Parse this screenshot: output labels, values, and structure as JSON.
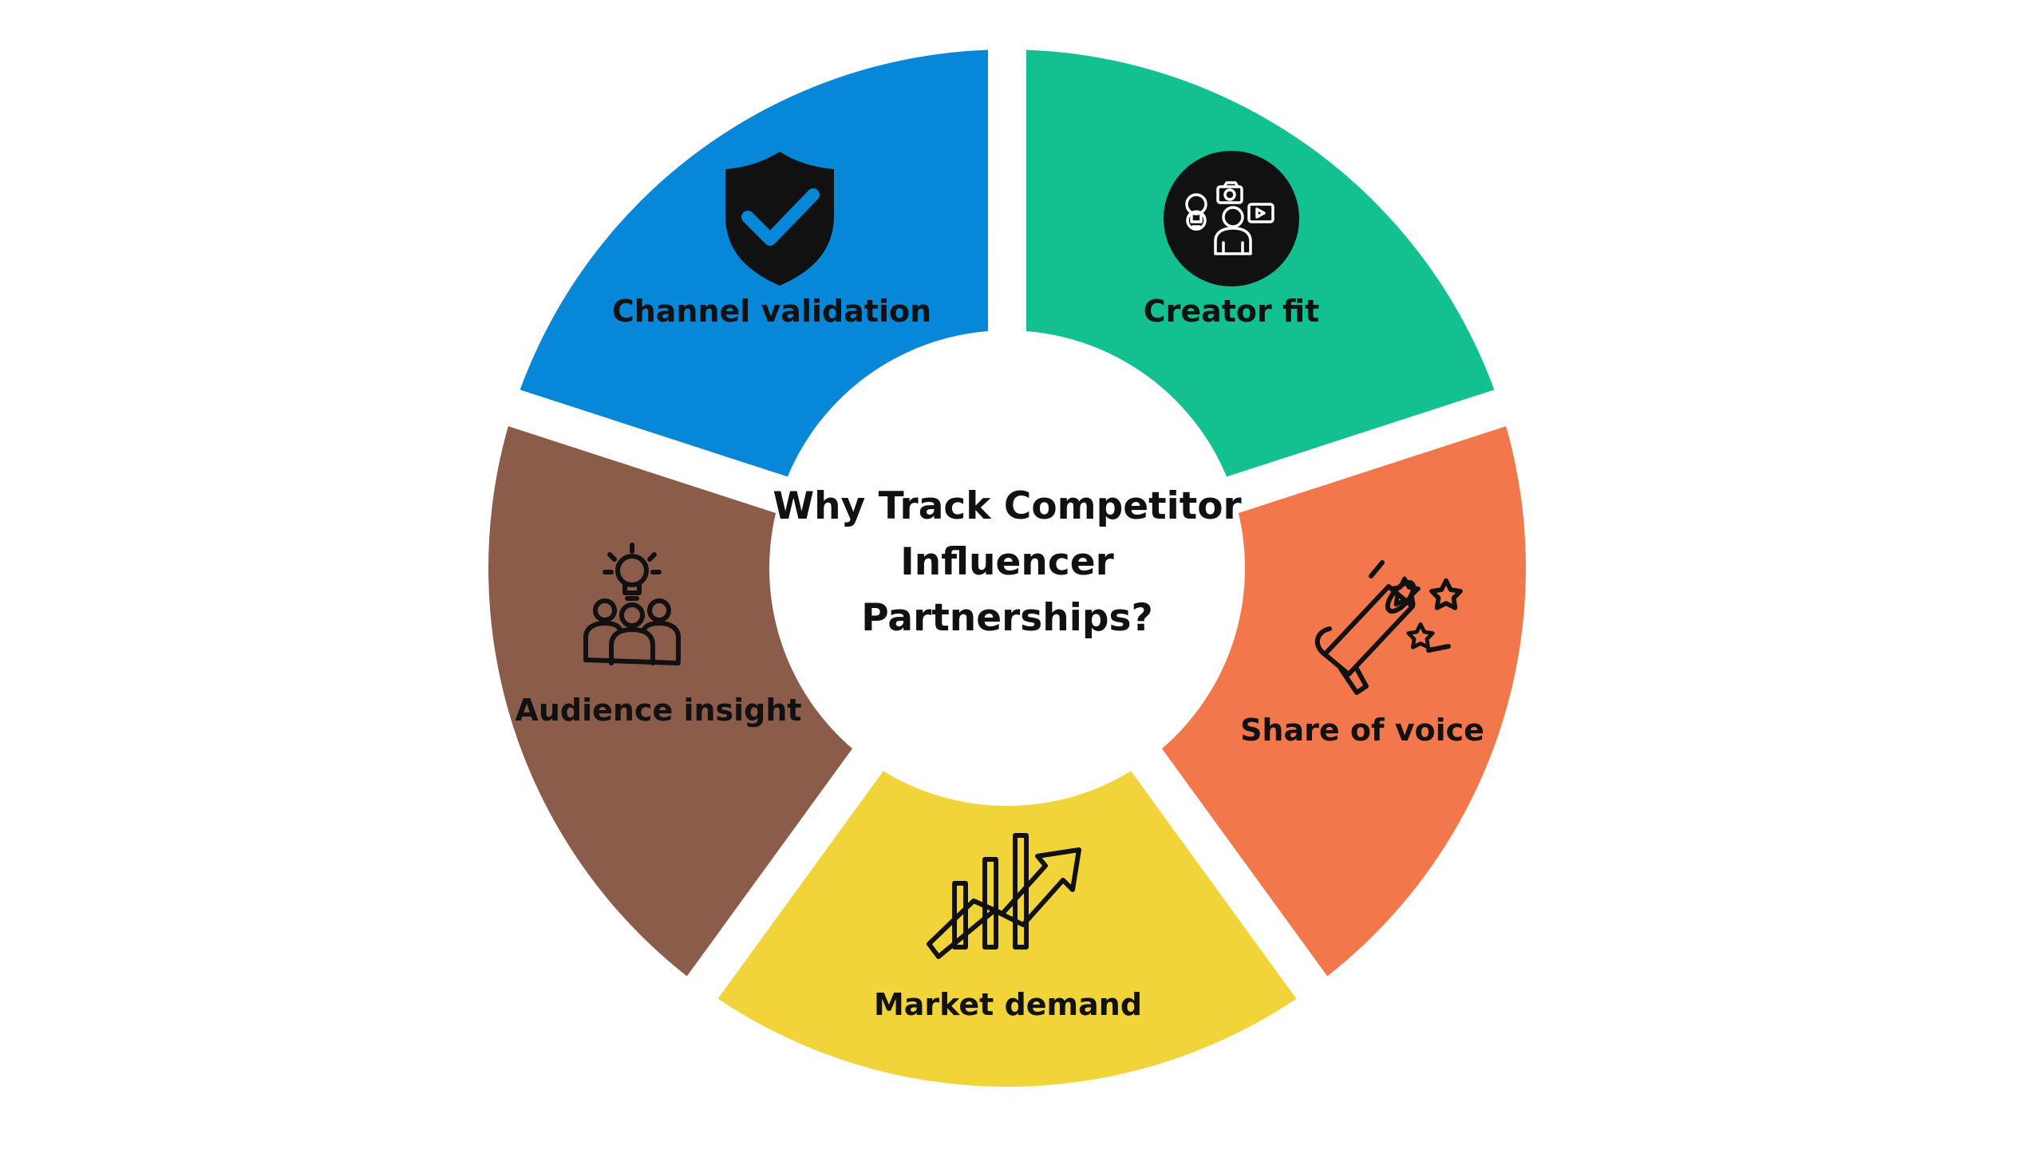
{
  "title": {
    "lines": [
      "Why Track Competitor",
      "Influencer",
      "Partnerships?"
    ]
  },
  "segments": [
    {
      "id": "channel-validation",
      "label": "Channel validation",
      "color": "#0787D8",
      "icon": "shield-check-icon"
    },
    {
      "id": "creator-fit",
      "label": "Creator fit",
      "color": "#13C08F",
      "icon": "creator-content-icon"
    },
    {
      "id": "share-of-voice",
      "label": "Share of voice",
      "color": "#F2784B",
      "icon": "megaphone-stars-icon"
    },
    {
      "id": "market-demand",
      "label": "Market demand",
      "color": "#F0D43A",
      "icon": "growth-chart-icon"
    },
    {
      "id": "audience-insight",
      "label": "Audience insight",
      "color": "#8B5C4A",
      "icon": "audience-idea-icon"
    }
  ]
}
